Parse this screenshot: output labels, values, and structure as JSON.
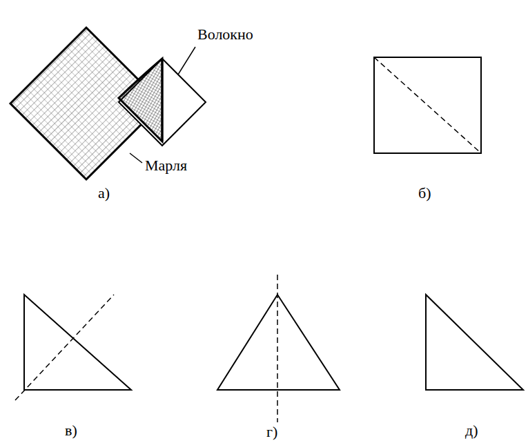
{
  "diagram": {
    "labels": [
      "Волокно",
      "Марля",
      "а)",
      "б)",
      "в)",
      "г)",
      "д)"
    ]
  }
}
